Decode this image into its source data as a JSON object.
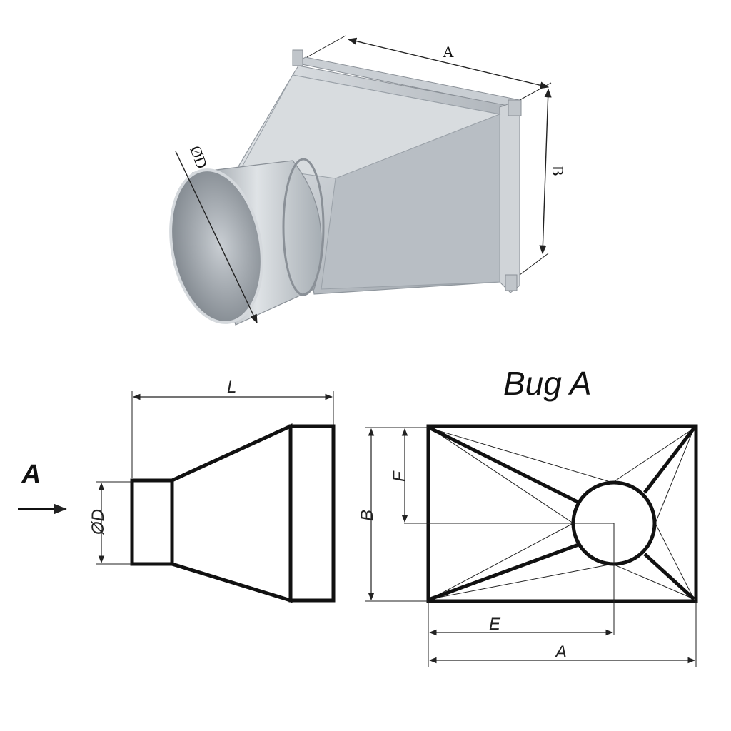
{
  "photo": {
    "labels": {
      "width": "A",
      "height": "B",
      "diameter": "ØD"
    }
  },
  "side_view": {
    "labels": {
      "length": "L",
      "diameter": "ØD",
      "view_marker": "A"
    }
  },
  "front_view": {
    "title": "Bug A",
    "labels": {
      "height": "B",
      "offset_vertical": "F",
      "offset_horizontal": "E",
      "width": "A"
    }
  },
  "colors": {
    "line": "#111111",
    "thin_line": "#222222",
    "metal_light": "#e6e9ec",
    "metal_mid": "#b9bfc5",
    "metal_dark": "#7f868d"
  }
}
